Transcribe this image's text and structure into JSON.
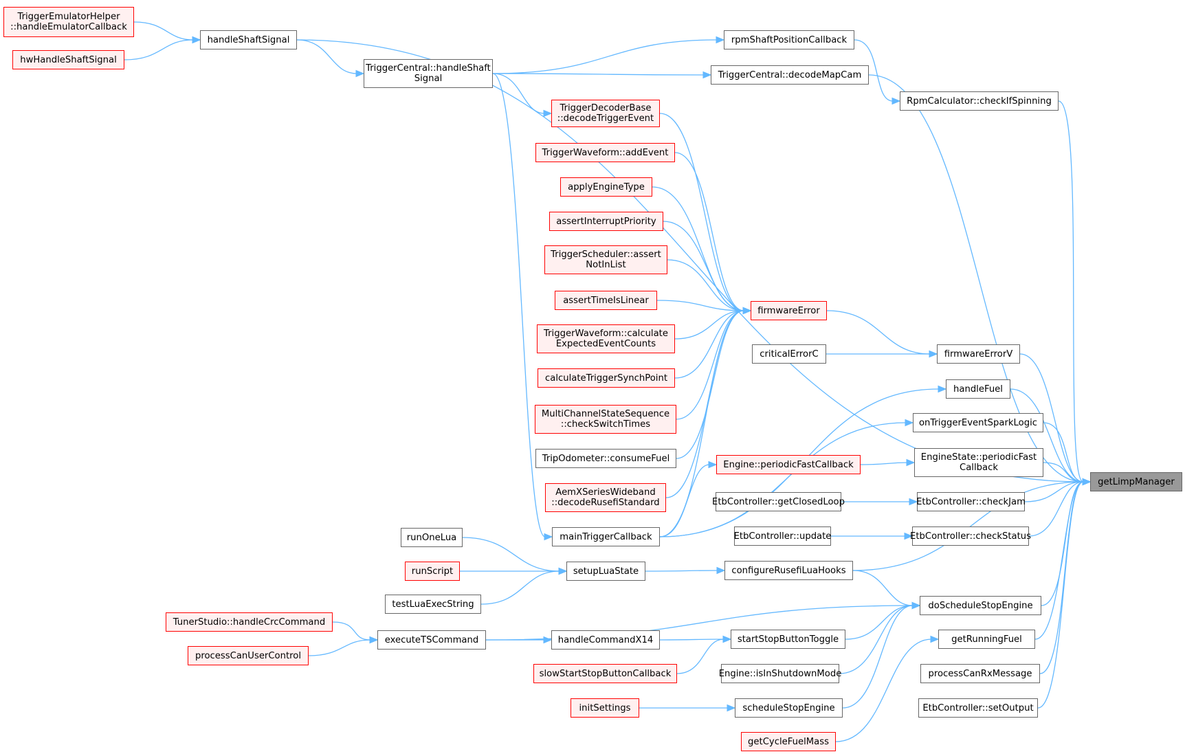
{
  "title": "getLimpManager caller graph",
  "colors": {
    "edge": "#63b8ff",
    "red_border": "#ff0000",
    "red_fill": "#fff0f0",
    "focus_fill": "#999999",
    "border": "#666666"
  },
  "nodes": [
    {
      "id": "teh",
      "label": "TriggerEmulatorHelper\n::handleEmulatorCallback",
      "style": "red"
    },
    {
      "id": "hss",
      "label": "handleShaftSignal",
      "style": "normal"
    },
    {
      "id": "hwhss",
      "label": "hwHandleShaftSignal",
      "style": "red"
    },
    {
      "id": "tchss",
      "label": "TriggerCentral::handleShaft\nSignal",
      "style": "normal"
    },
    {
      "id": "rspc",
      "label": "rpmShaftPositionCallback",
      "style": "normal"
    },
    {
      "id": "tcdmc",
      "label": "TriggerCentral::decodeMapCam",
      "style": "normal"
    },
    {
      "id": "rcis",
      "label": "RpmCalculator::checkIfSpinning",
      "style": "normal"
    },
    {
      "id": "tdb",
      "label": "TriggerDecoderBase\n::decodeTriggerEvent",
      "style": "red"
    },
    {
      "id": "twae",
      "label": "TriggerWaveform::addEvent",
      "style": "red"
    },
    {
      "id": "aet",
      "label": "applyEngineType",
      "style": "red"
    },
    {
      "id": "aip",
      "label": "assertInterruptPriority",
      "style": "red"
    },
    {
      "id": "tsan",
      "label": "TriggerScheduler::assert\nNotInList",
      "style": "red"
    },
    {
      "id": "atil",
      "label": "assertTimeIsLinear",
      "style": "red"
    },
    {
      "id": "twce",
      "label": "TriggerWaveform::calculate\nExpectedEventCounts",
      "style": "red"
    },
    {
      "id": "ctsp",
      "label": "calculateTriggerSynchPoint",
      "style": "red"
    },
    {
      "id": "mcss",
      "label": "MultiChannelStateSequence\n::checkSwitchTimes",
      "style": "red"
    },
    {
      "id": "tocf",
      "label": "TripOdometer::consumeFuel",
      "style": "normal"
    },
    {
      "id": "aem",
      "label": "AemXSeriesWideband\n::decodeRusefiStandard",
      "style": "red"
    },
    {
      "id": "mtc",
      "label": "mainTriggerCallback",
      "style": "normal"
    },
    {
      "id": "fe",
      "label": "firmwareError",
      "style": "red"
    },
    {
      "id": "cec",
      "label": "criticalErrorC",
      "style": "normal"
    },
    {
      "id": "fev",
      "label": "firmwareErrorV",
      "style": "normal"
    },
    {
      "id": "hf",
      "label": "handleFuel",
      "style": "normal"
    },
    {
      "id": "otesl",
      "label": "onTriggerEventSparkLogic",
      "style": "normal"
    },
    {
      "id": "epfc",
      "label": "Engine::periodicFastCallback",
      "style": "red"
    },
    {
      "id": "espfc",
      "label": "EngineState::periodicFast\nCallback",
      "style": "normal"
    },
    {
      "id": "ecgcl",
      "label": "EtbController::getClosedLoop",
      "style": "normal"
    },
    {
      "id": "eccj",
      "label": "EtbController::checkJam",
      "style": "normal"
    },
    {
      "id": "ecu",
      "label": "EtbController::update",
      "style": "normal"
    },
    {
      "id": "eccs",
      "label": "EtbController::checkStatus",
      "style": "normal"
    },
    {
      "id": "rol",
      "label": "runOneLua",
      "style": "normal"
    },
    {
      "id": "rs",
      "label": "runScript",
      "style": "red"
    },
    {
      "id": "tles",
      "label": "testLuaExecString",
      "style": "normal"
    },
    {
      "id": "sls",
      "label": "setupLuaState",
      "style": "normal"
    },
    {
      "id": "crlh",
      "label": "configureRusefiLuaHooks",
      "style": "normal"
    },
    {
      "id": "dsse",
      "label": "doScheduleStopEngine",
      "style": "normal"
    },
    {
      "id": "tshcc",
      "label": "TunerStudio::handleCrcCommand",
      "style": "red"
    },
    {
      "id": "pcuc",
      "label": "processCanUserControl",
      "style": "red"
    },
    {
      "id": "etsc",
      "label": "executeTSCommand",
      "style": "normal"
    },
    {
      "id": "hcx14",
      "label": "handleCommandX14",
      "style": "normal"
    },
    {
      "id": "ssbt",
      "label": "startStopButtonToggle",
      "style": "normal"
    },
    {
      "id": "ssbc",
      "label": "slowStartStopButtonCallback",
      "style": "red"
    },
    {
      "id": "eisd",
      "label": "Engine::isInShutdownMode",
      "style": "normal"
    },
    {
      "id": "is",
      "label": "initSettings",
      "style": "red"
    },
    {
      "id": "sse",
      "label": "scheduleStopEngine",
      "style": "normal"
    },
    {
      "id": "gcfm",
      "label": "getCycleFuelMass",
      "style": "red"
    },
    {
      "id": "grf",
      "label": "getRunningFuel",
      "style": "normal"
    },
    {
      "id": "pcrm",
      "label": "processCanRxMessage",
      "style": "normal"
    },
    {
      "id": "ecso",
      "label": "EtbController::setOutput",
      "style": "normal"
    },
    {
      "id": "glm",
      "label": "getLimpManager",
      "style": "focus"
    }
  ],
  "edges": [
    [
      "teh",
      "hss"
    ],
    [
      "hwhss",
      "hss"
    ],
    [
      "hss",
      "tchss"
    ],
    [
      "hss",
      "glm"
    ],
    [
      "tchss",
      "rspc"
    ],
    [
      "tchss",
      "tcdmc"
    ],
    [
      "tchss",
      "tdb"
    ],
    [
      "tchss",
      "mtc"
    ],
    [
      "rspc",
      "rcis"
    ],
    [
      "rcis",
      "glm"
    ],
    [
      "tcdmc",
      "glm"
    ],
    [
      "tdb",
      "fe"
    ],
    [
      "twae",
      "fe"
    ],
    [
      "aet",
      "fe"
    ],
    [
      "aip",
      "fe"
    ],
    [
      "tsan",
      "fe"
    ],
    [
      "atil",
      "fe"
    ],
    [
      "twce",
      "fe"
    ],
    [
      "ctsp",
      "fe"
    ],
    [
      "mcss",
      "fe"
    ],
    [
      "tocf",
      "fe"
    ],
    [
      "aem",
      "fe"
    ],
    [
      "mtc",
      "fe"
    ],
    [
      "fe",
      "fev"
    ],
    [
      "cec",
      "fev"
    ],
    [
      "fev",
      "glm"
    ],
    [
      "mtc",
      "hf"
    ],
    [
      "mtc",
      "otesl"
    ],
    [
      "mtc",
      "epfc"
    ],
    [
      "hf",
      "glm"
    ],
    [
      "otesl",
      "glm"
    ],
    [
      "epfc",
      "espfc"
    ],
    [
      "espfc",
      "glm"
    ],
    [
      "ecgcl",
      "eccj"
    ],
    [
      "eccj",
      "glm"
    ],
    [
      "ecu",
      "eccs"
    ],
    [
      "eccs",
      "glm"
    ],
    [
      "rol",
      "sls"
    ],
    [
      "rs",
      "sls"
    ],
    [
      "tles",
      "sls"
    ],
    [
      "sls",
      "crlh"
    ],
    [
      "crlh",
      "glm"
    ],
    [
      "crlh",
      "dsse"
    ],
    [
      "dsse",
      "glm"
    ],
    [
      "tshcc",
      "etsc"
    ],
    [
      "pcuc",
      "etsc"
    ],
    [
      "etsc",
      "hcx14"
    ],
    [
      "etsc",
      "dsse"
    ],
    [
      "hcx14",
      "ssbt"
    ],
    [
      "ssbc",
      "ssbt"
    ],
    [
      "ssbt",
      "dsse"
    ],
    [
      "eisd",
      "dsse"
    ],
    [
      "is",
      "sse"
    ],
    [
      "sse",
      "dsse"
    ],
    [
      "gcfm",
      "grf"
    ],
    [
      "grf",
      "glm"
    ],
    [
      "pcrm",
      "glm"
    ],
    [
      "ecso",
      "glm"
    ]
  ]
}
